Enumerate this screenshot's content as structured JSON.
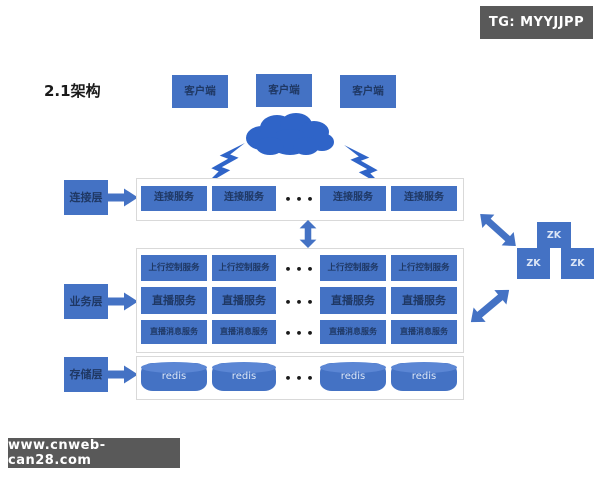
{
  "badge": {
    "text": "TG: MYYJJPP"
  },
  "watermark": {
    "text": "www.cnweb-can28.com"
  },
  "title": "2.1架构",
  "ellipsis": "•••",
  "clients": [
    {
      "label": "客户端"
    },
    {
      "label": "客户端"
    },
    {
      "label": "客户端"
    }
  ],
  "layers": {
    "connection": {
      "label": "连接层",
      "services": [
        "连接服务",
        "连接服务",
        "连接服务",
        "连接服务"
      ]
    },
    "business": {
      "label": "业务层",
      "rows": [
        {
          "name": "uplink-control",
          "services": [
            "上行控制服务",
            "上行控制服务",
            "上行控制服务",
            "上行控制服务"
          ]
        },
        {
          "name": "live",
          "services": [
            "直播服务",
            "直播服务",
            "直播服务",
            "直播服务"
          ]
        },
        {
          "name": "live-message",
          "services": [
            "直播消息服务",
            "直播消息服务",
            "直播消息服务",
            "直播消息服务"
          ]
        }
      ]
    },
    "storage": {
      "label": "存储层",
      "nodes": [
        "redis",
        "redis",
        "redis",
        "redis"
      ]
    }
  },
  "zk": {
    "nodes": [
      "ZK",
      "ZK",
      "ZK"
    ]
  },
  "colors": {
    "primary": "#4472C4",
    "cloud": "#2F64C8",
    "box_text": "#1F3864",
    "light_text": "#DCE6F6",
    "badge_bg": "#595959"
  }
}
